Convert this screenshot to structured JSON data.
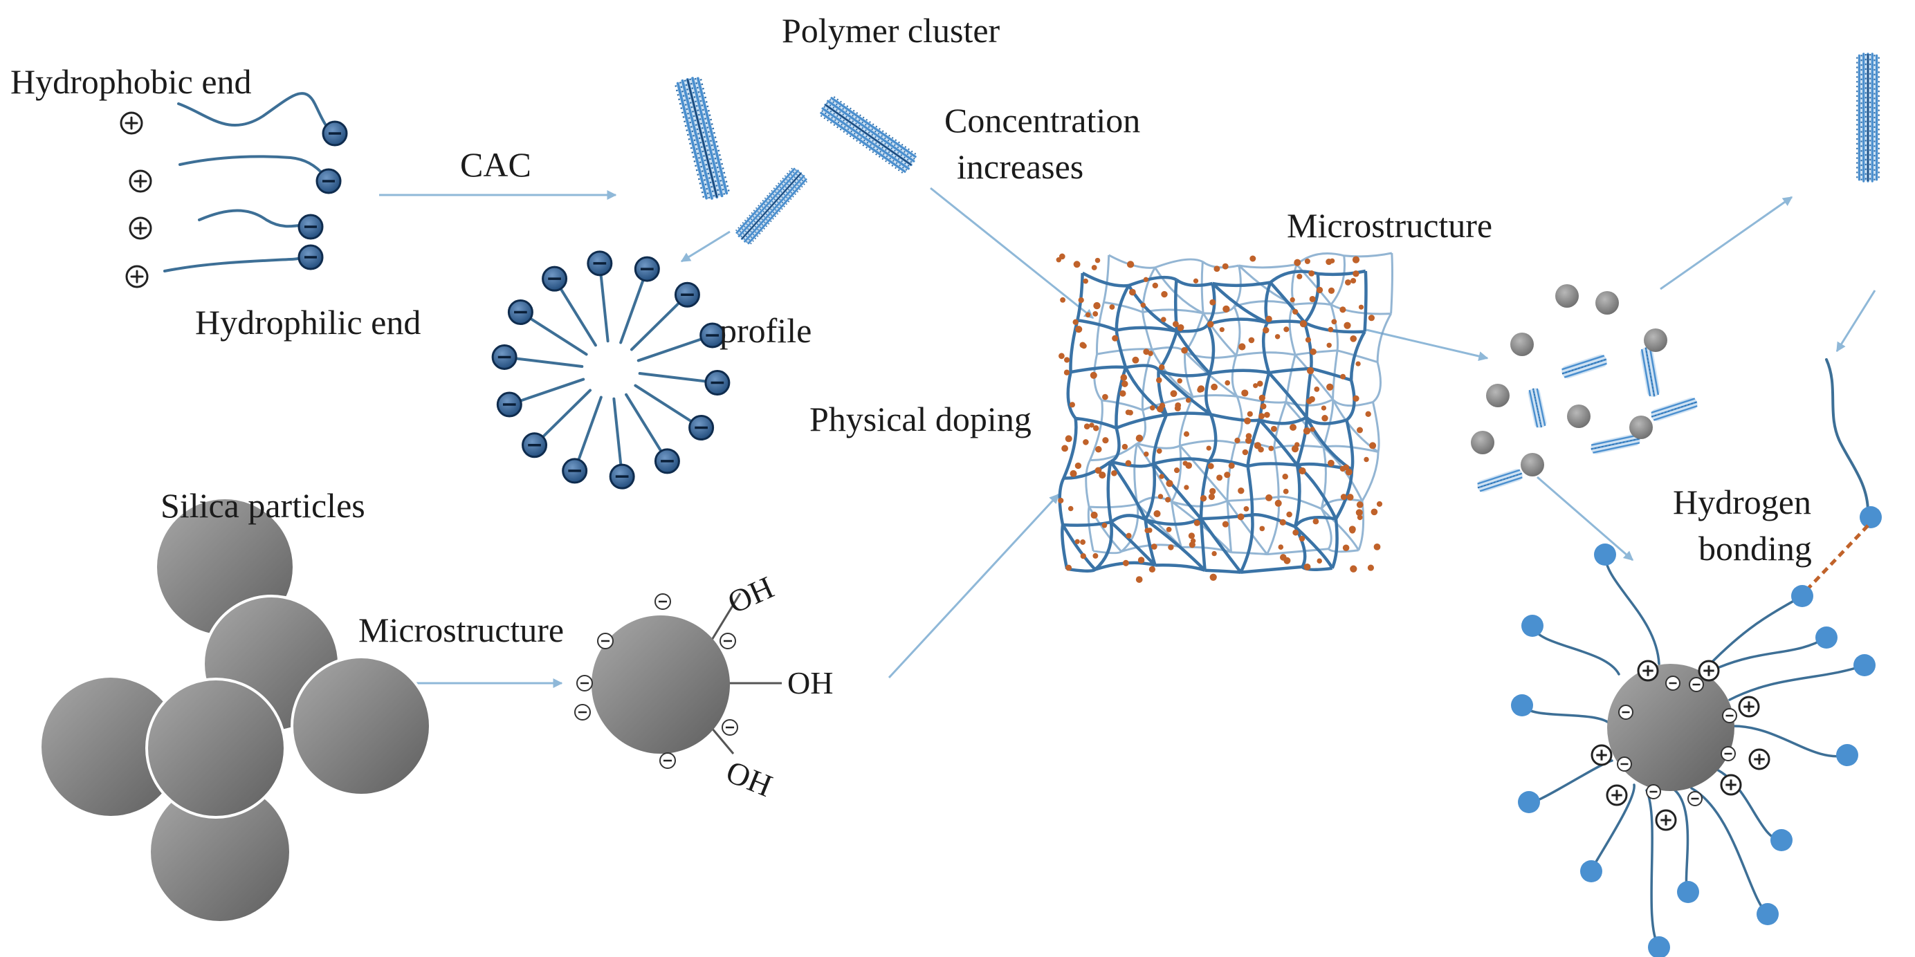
{
  "labels": {
    "polymer_cluster": "Polymer cluster",
    "hydrophobic_end": "Hydrophobic end",
    "cac": "CAC",
    "concentration_line1": "Concentration",
    "concentration_line2": "increases",
    "hydrophilic_end": "Hydrophilic end",
    "profile": "profile",
    "microstructure_top": "Microstructure",
    "physical_doping": "Physical doping",
    "silica_particles": "Silica particles",
    "microstructure_bottom": "Microstructure",
    "oh_1": "OH",
    "oh_2": "OH",
    "oh_3": "OH",
    "hydrogen_line1": "Hydrogen",
    "hydrogen_line2": "bonding"
  },
  "colors": {
    "text": "#1b1b1b",
    "arrow": "#8fb8d8",
    "chain": "#3d6f96",
    "dark_head": "#1f4a7a",
    "light_head": "#4a90d0",
    "cluster": "#4a8fcf",
    "network": "#3a73a6",
    "dopant": "#c0622a",
    "sphere_light": "#a8a8a8",
    "sphere_dark": "#5e5e5e",
    "particle_gray": "#8a8a8a"
  }
}
